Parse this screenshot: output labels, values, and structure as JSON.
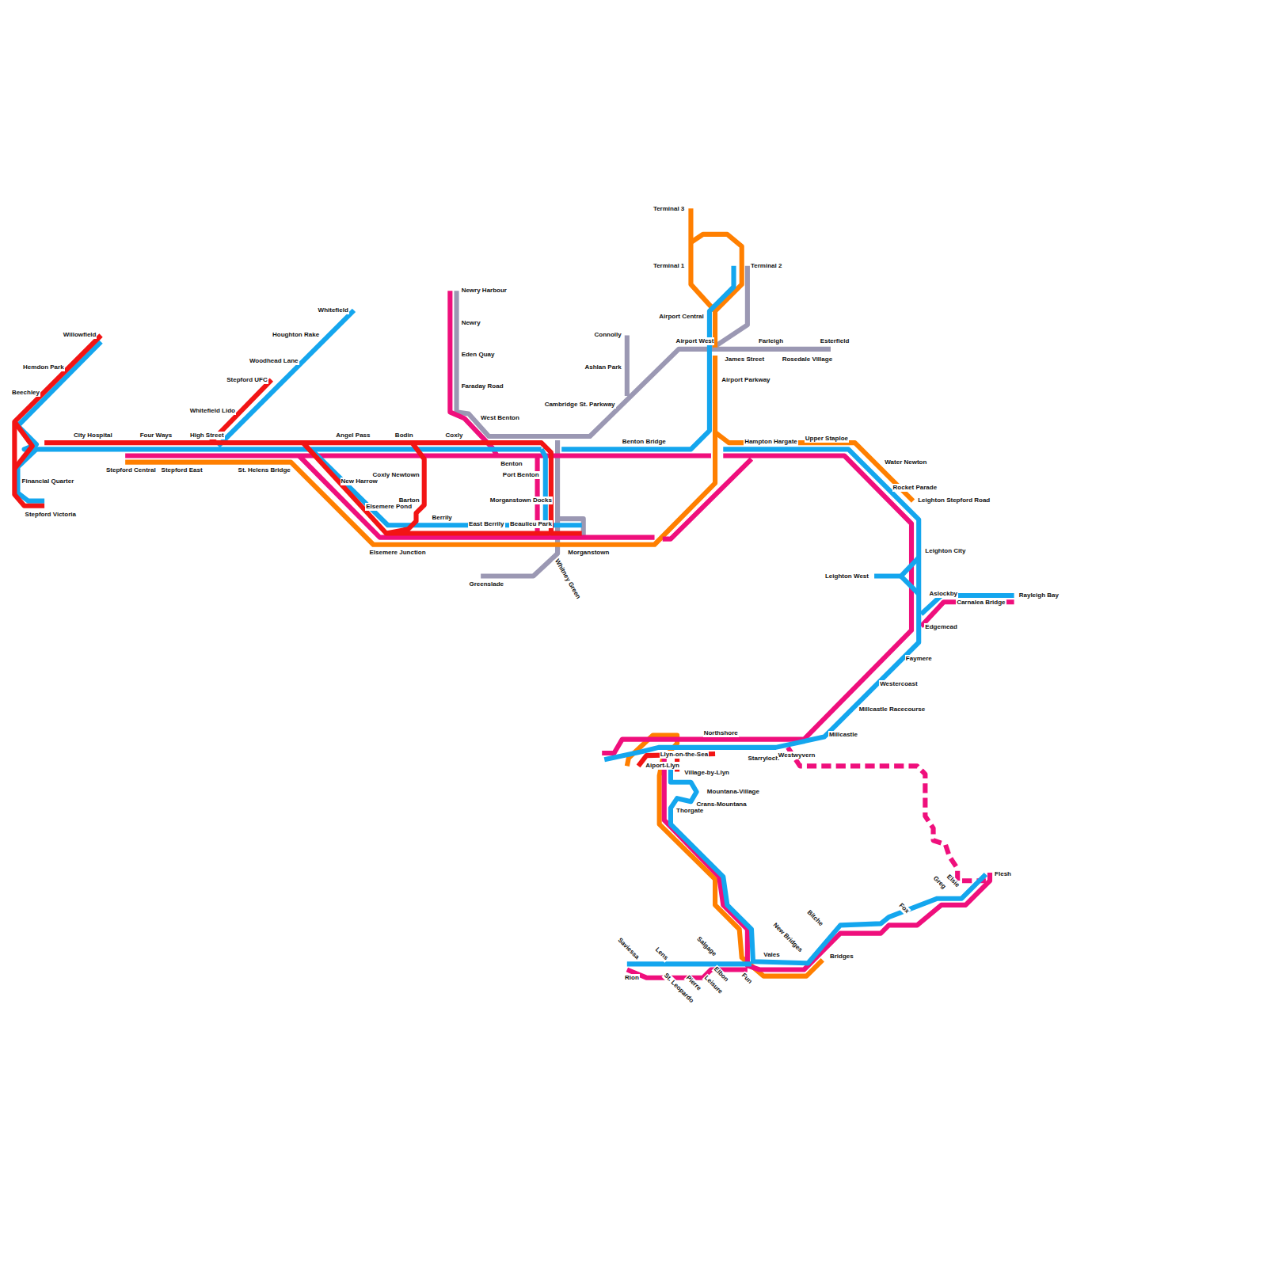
{
  "diagram": {
    "labels": [
      "Willowfield",
      "Hemdon Park",
      "Beechley",
      "City Hospital",
      "Four Ways",
      "High Street",
      "Financial Quarter",
      "Stepford Victoria",
      "Stepford Central",
      "Stepford East",
      "St. Helens Bridge",
      "Stepford UFC",
      "Whitefield Lido",
      "Whitefield",
      "Houghton Rake",
      "Woodhead Lane",
      "Angel Pass",
      "Bodin",
      "Coxly",
      "New Harrow",
      "Elsemere Pond",
      "Coxly Newtown",
      "Barton",
      "Berrily",
      "East Berrily",
      "Beaulieu Park",
      "Elsemere Junction",
      "Newry Harbour",
      "Newry",
      "Eden Quay",
      "Faraday Road",
      "West Benton",
      "Benton",
      "Port Benton",
      "Morganstown Docks",
      "Morganstown",
      "Greenslade",
      "Whitney Green",
      "Connolly",
      "Ashlan Park",
      "Cambridge St. Parkway",
      "Airport West",
      "Benton Bridge",
      "Terminal 3",
      "Terminal 1",
      "Terminal 2",
      "Airport Central",
      "James Street",
      "Farleigh",
      "Esterfield",
      "Rosedale Village",
      "Airport Parkway",
      "Hampton Hargate",
      "Upper Staploe",
      "Water Newton",
      "Rocket Parade",
      "Leighton Stepford Road",
      "Leighton City",
      "Leighton West",
      "Aslockby",
      "Rayleigh Bay",
      "Carnalea Bridge",
      "Edgemead",
      "Faymere",
      "Westercoast",
      "Millcastle Racecourse",
      "Millcastle",
      "Northshore",
      "Starryloch",
      "Westwyvern",
      "Llyn-on-the-Sea",
      "Aiport-Llyn",
      "Village-by-Llyn",
      "Mountana-Village",
      "Crans-Mountana",
      "Thorgate",
      "Flesh",
      "Greg",
      "Elsie",
      "Fox",
      "Bitche",
      "Bridges",
      "New Bridges",
      "Vales",
      "Fun",
      "Salgage",
      "Elbon",
      "Saviessa",
      "Lens",
      "Rion",
      "St. Leopardo",
      "Pierre",
      "Leisure"
    ]
  }
}
